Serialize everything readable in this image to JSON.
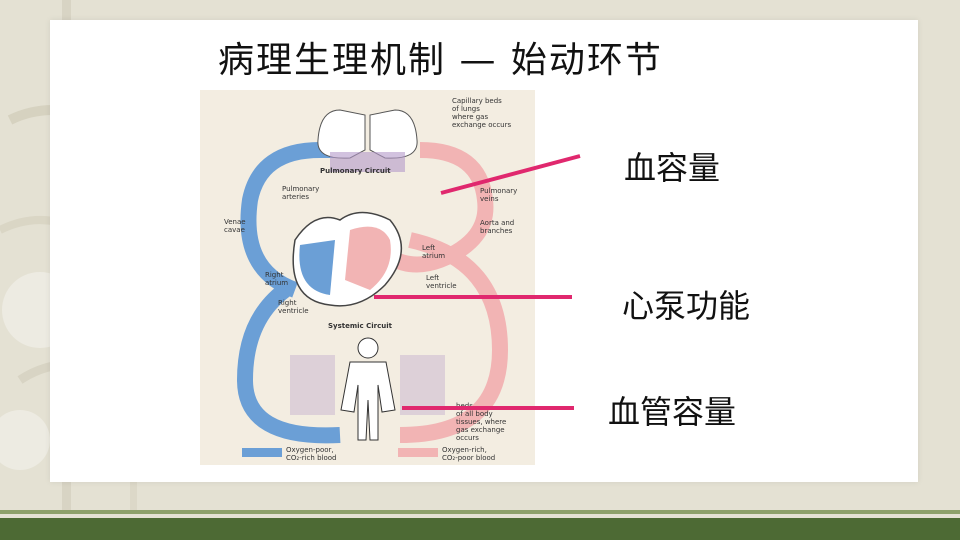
{
  "slide": {
    "title": "病理生理机制 — 始动环节",
    "callouts": [
      "血容量",
      "心泵功能",
      "血管容量"
    ]
  },
  "diagram": {
    "labels": {
      "capillary_lungs": [
        "Capillary beds",
        "of lungs",
        "where gas",
        "exchange occurs"
      ],
      "pulmonary_circuit": "Pulmonary Circuit",
      "pulmonary_arteries": [
        "Pulmonary",
        "arteries"
      ],
      "pulmonary_veins": [
        "Pulmonary",
        "veins"
      ],
      "venae_cavae": [
        "Venae",
        "cavae"
      ],
      "aorta_branches": [
        "Aorta and",
        "branches"
      ],
      "left_atrium": [
        "Left",
        "atrium"
      ],
      "left_ventricle": [
        "Left",
        "ventricle"
      ],
      "right_atrium": [
        "Right",
        "atrium"
      ],
      "right_ventricle": [
        "Right",
        "ventricle"
      ],
      "systemic_circuit": "Systemic Circuit",
      "capillary_body": [
        "beds",
        "of all body",
        "tissues, where",
        "gas exchange",
        "occurs"
      ],
      "legend_poor": [
        "Oxygen-poor,",
        "CO₂-rich blood"
      ],
      "legend_rich": [
        "Oxygen-rich,",
        "CO₂-poor blood"
      ]
    }
  },
  "colors": {
    "oxygen_poor": "#6b9fd6",
    "oxygen_rich": "#f2b4b4",
    "pointer": "#e0286e"
  }
}
